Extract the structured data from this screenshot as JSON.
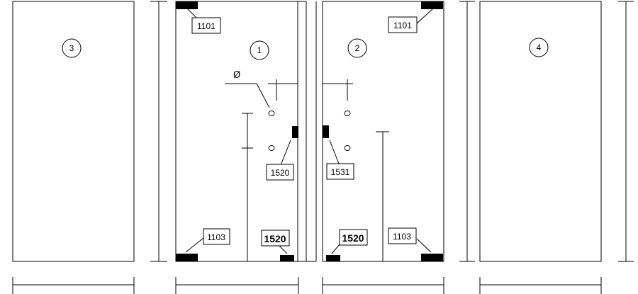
{
  "panels": [
    {
      "number": "3"
    },
    {
      "number": "1"
    },
    {
      "number": "2"
    },
    {
      "number": "4"
    }
  ],
  "callouts": {
    "clamp_top_left": "1101",
    "clamp_top_right": "1101",
    "clamp_bottom_left": "1103",
    "clamp_bottom_right": "1103",
    "handle_panel_1": "1520",
    "handle_panel_2": "1531",
    "lock_panel_1": "1520",
    "lock_panel_2": "1520"
  },
  "symbols": {
    "diameter": "Ø"
  }
}
